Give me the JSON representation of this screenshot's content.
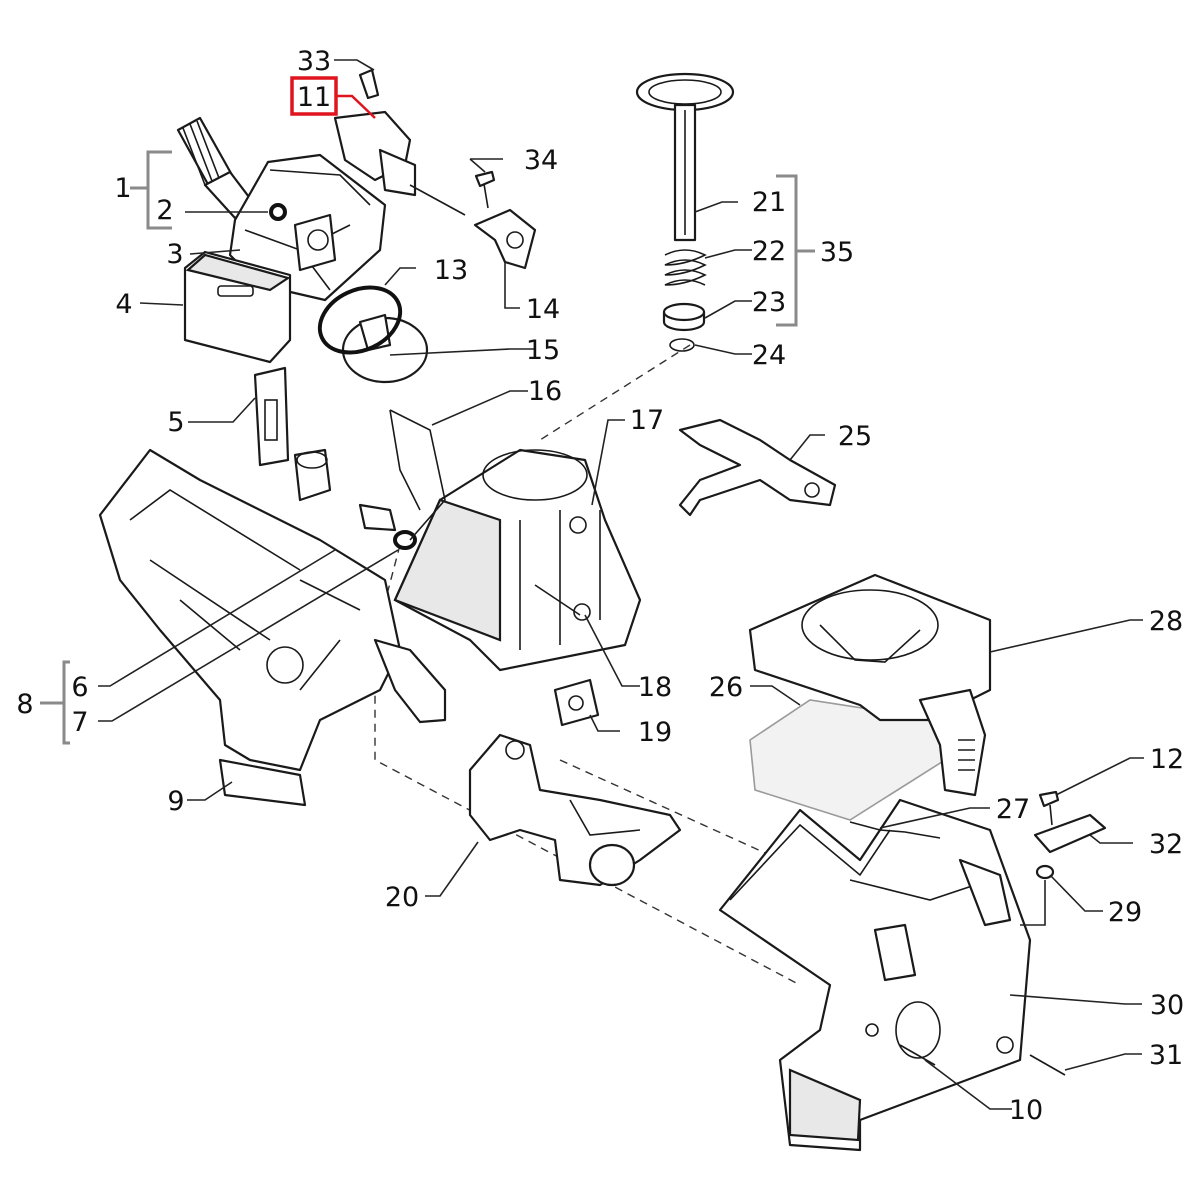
{
  "diagram": {
    "highlighted_callout": "11",
    "highlight_color": "#e0141e",
    "callouts": [
      {
        "id": "c1",
        "text": "1"
      },
      {
        "id": "c2",
        "text": "2"
      },
      {
        "id": "c3",
        "text": "3"
      },
      {
        "id": "c4",
        "text": "4"
      },
      {
        "id": "c5",
        "text": "5"
      },
      {
        "id": "c6",
        "text": "6"
      },
      {
        "id": "c7",
        "text": "7"
      },
      {
        "id": "c8",
        "text": "8"
      },
      {
        "id": "c9",
        "text": "9"
      },
      {
        "id": "c10",
        "text": "10"
      },
      {
        "id": "c11",
        "text": "11"
      },
      {
        "id": "c12",
        "text": "12"
      },
      {
        "id": "c13",
        "text": "13"
      },
      {
        "id": "c14",
        "text": "14"
      },
      {
        "id": "c15",
        "text": "15"
      },
      {
        "id": "c16",
        "text": "16"
      },
      {
        "id": "c17",
        "text": "17"
      },
      {
        "id": "c18",
        "text": "18"
      },
      {
        "id": "c19",
        "text": "19"
      },
      {
        "id": "c20",
        "text": "20"
      },
      {
        "id": "c21",
        "text": "21"
      },
      {
        "id": "c22",
        "text": "22"
      },
      {
        "id": "c23",
        "text": "23"
      },
      {
        "id": "c24",
        "text": "24"
      },
      {
        "id": "c25",
        "text": "25"
      },
      {
        "id": "c26",
        "text": "26"
      },
      {
        "id": "c27",
        "text": "27"
      },
      {
        "id": "c28",
        "text": "28"
      },
      {
        "id": "c29",
        "text": "29"
      },
      {
        "id": "c30",
        "text": "30"
      },
      {
        "id": "c31",
        "text": "31"
      },
      {
        "id": "c32",
        "text": "32"
      },
      {
        "id": "c33",
        "text": "33"
      },
      {
        "id": "c34",
        "text": "34"
      },
      {
        "id": "c35",
        "text": "35"
      }
    ]
  }
}
